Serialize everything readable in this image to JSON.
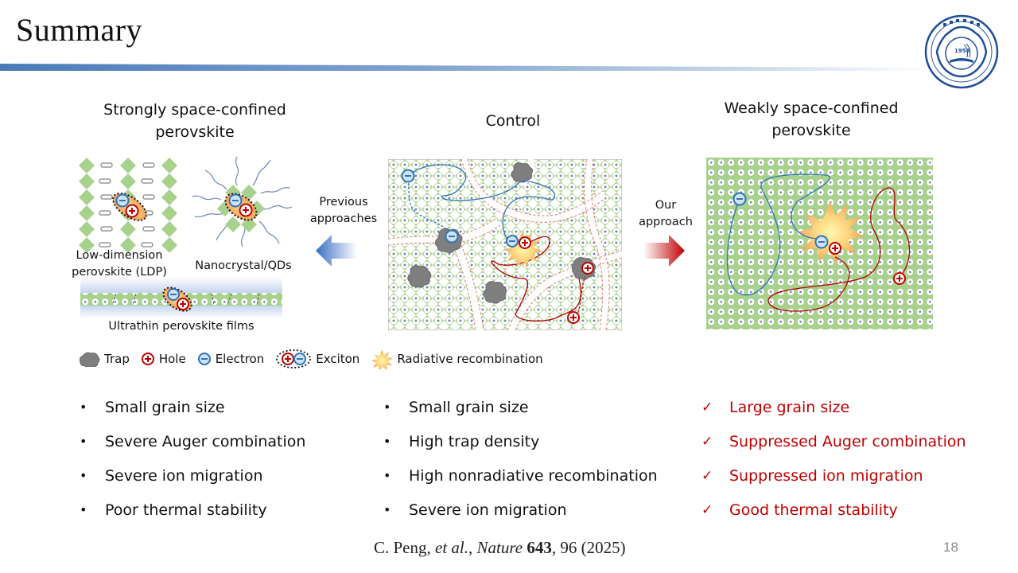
{
  "slide": {
    "title": "Summary",
    "page_number": "18",
    "logo_label": "University of Science and Technology of China",
    "logo_year": "1958"
  },
  "panels": {
    "left": {
      "title_line1": "Strongly space-confined",
      "title_line2": "perovskite",
      "ldp_label_line1": "Low-dimension",
      "ldp_label_line2": "perovskite (LDP)",
      "qd_label": "Nanocrystal/QDs",
      "film_label": "Ultrathin perovskite films"
    },
    "center": {
      "title": "Control"
    },
    "right": {
      "title_line1": "Weakly space-confined",
      "title_line2": "perovskite"
    },
    "arrows": {
      "previous_line1": "Previous",
      "previous_line2": "approaches",
      "ours_line1": "Our",
      "ours_line2": "approach"
    }
  },
  "legend": {
    "trap": "Trap",
    "hole": "Hole",
    "electron": "Electron",
    "exciton": "Exciton",
    "radiative": "Radiative recombination"
  },
  "lists": {
    "strongly_confined": [
      "Small grain size",
      "Severe Auger combination",
      "Severe ion migration",
      "Poor thermal stability"
    ],
    "control": [
      "Small grain size",
      "High trap density",
      "High nonradiative recombination",
      "Severe ion migration"
    ],
    "weakly_confined": [
      "Large grain size",
      "Suppressed Auger combination",
      "Suppressed ion migration",
      "Good thermal stability"
    ],
    "bullet_glyph": "•",
    "check_glyph": "✓"
  },
  "citation": {
    "authors": "C. Peng, ",
    "etal": "et al.",
    "sep": ", ",
    "journal": "Nature",
    "volume": " 643",
    "rest": ", 96 (2025)"
  },
  "colors": {
    "accent_red": "#c00000",
    "electron_blue": "#2e75b6",
    "hole_red": "#c00000",
    "lattice_green": "#a9d18e",
    "title_bar_blue": "#4a7bb8"
  }
}
